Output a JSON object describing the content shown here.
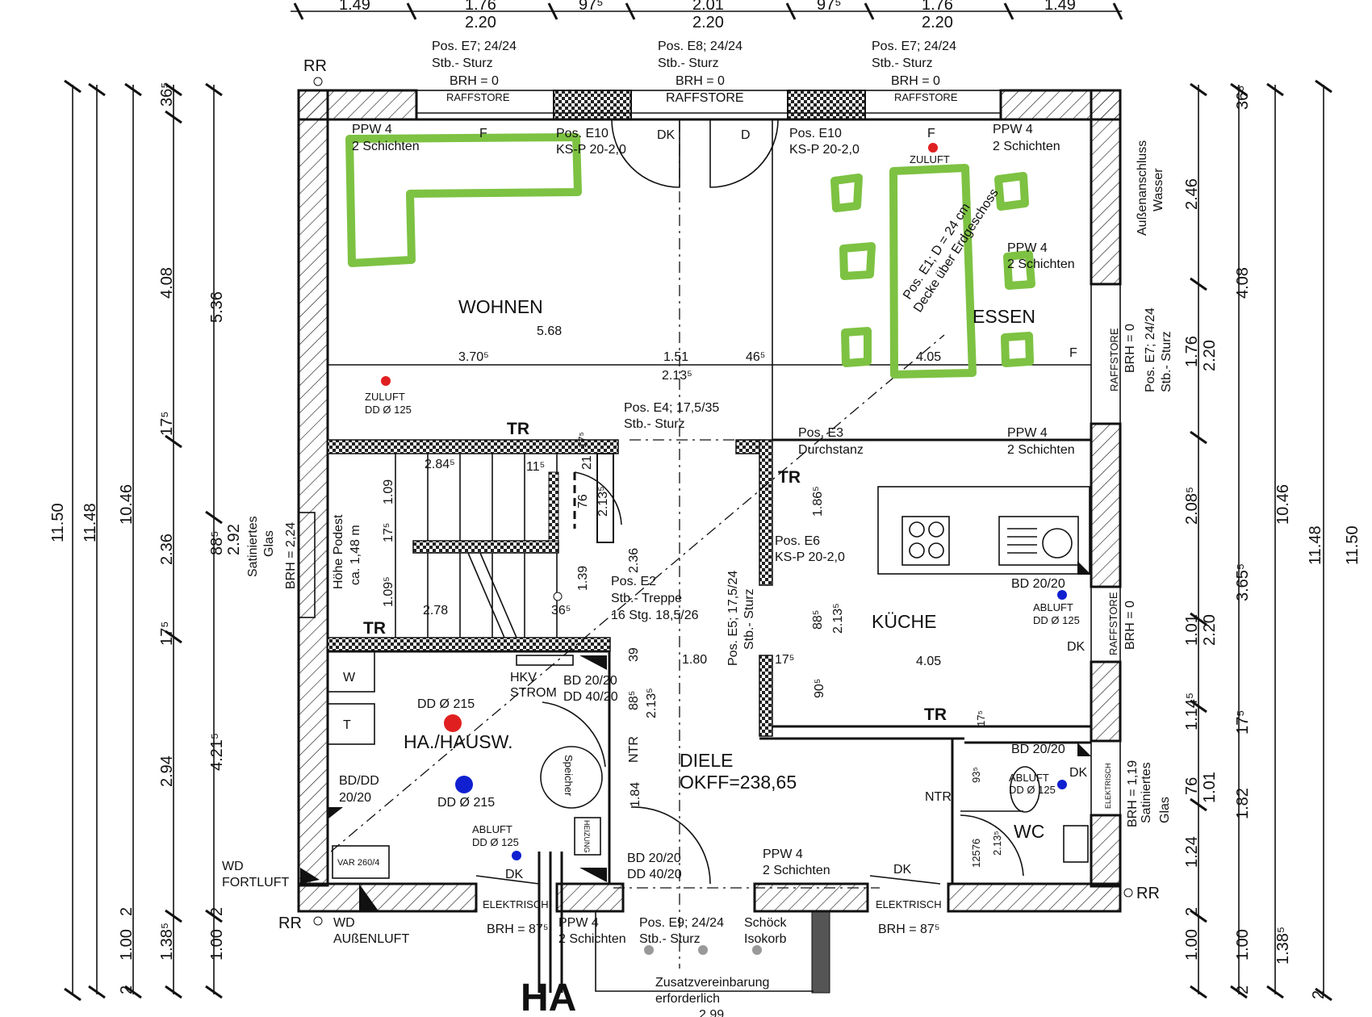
{
  "rooms": {
    "wohnen": "WOHNEN",
    "essen": "ESSEN",
    "kueche": "KÜCHE",
    "diele": "DIELE",
    "okff": "OKFF=238,65",
    "hausw": "HA./HAUSW.",
    "wc": "WC"
  },
  "entrance_label": "HA",
  "top_dims_row1": [
    "1.49",
    "1.76",
    "97⁵",
    "2.01",
    "97⁵",
    "1.76",
    "1.49"
  ],
  "top_dims_row2": [
    "2.20",
    "2.20",
    "2.20"
  ],
  "left_dims": {
    "a": "11.50",
    "b": "11.48",
    "c": "10.46",
    "d": "5.36",
    "e1": "36⁵",
    "e2": "2",
    "e3": "4.08",
    "e4": "17⁵",
    "e5": "2.36",
    "e6": "17⁵",
    "e7": "2.94",
    "e8": "2",
    "e9": "1.00",
    "e10": "2",
    "f1": "88⁵",
    "f2": "2.92",
    "f3": "4.21⁵",
    "f4": "2",
    "f5": "1.00",
    "f6": "1.38⁵"
  },
  "right_dims": {
    "a": "11.50",
    "b": "11.48",
    "c": "10.46",
    "d1": "36⁵",
    "d2": "4.08",
    "d3": "3.65⁵",
    "d4": "17⁵",
    "d5": "1.82",
    "d6": "1.00",
    "d7": "2",
    "e1": "2.46",
    "e2": "1.76",
    "e3": "2.20",
    "e4": "2.08⁵",
    "e5": "1.01",
    "e6": "2.20",
    "e7": "1.14⁵",
    "e8": "76",
    "e9": "1.01",
    "e10": "1.24",
    "e11": "2",
    "e12": "1.00",
    "f1": "1.38⁵",
    "f2": "2"
  },
  "annotations": {
    "pos_e7_a": "Pos. E7; 24/24",
    "sturz": "Stb.- Sturz",
    "brh0": "BRH = 0",
    "pos_e8": "Pos. E8; 24/24",
    "pos_e7_b": "Pos. E7; 24/24",
    "raffstore": "RAFFSTORE",
    "rr": "RR",
    "ppw4": "PPW 4",
    "schichten": "2 Schichten",
    "f": "F",
    "dk": "DK",
    "d": "D",
    "pos_e10": "Pos. E10",
    "ksp": "KS-P 20-2,0",
    "zuluft": "ZULUFT",
    "ddo125": "DD Ø 125",
    "aussenanschluss": "Außenanschluss",
    "wasser": "Wasser",
    "pos_e1": "Pos. E1; D = 24 cm",
    "decke": "Decke über Erdgeschoss",
    "d568": "5.68",
    "d3705": "3.70⁵",
    "d151": "1.51",
    "d465": "46⁵",
    "d2135": "2.13⁵",
    "d405": "4.05",
    "pos_e4": "Pos. E4; 17,5/35",
    "tr": "TR",
    "pos_e3": "Pos. E3",
    "durchstanz": "Durchstanz",
    "pos_e7_r": "Pos. E7; 24/24",
    "d2845": "2.84⁵",
    "d115": "11⁵",
    "d21": "21",
    "d175": "17⁵",
    "d76": "76",
    "d109": "1.09",
    "d1095": "1.09⁵",
    "d236": "2.36",
    "d139": "1.39",
    "d278": "2.78",
    "d365": "36⁵",
    "hoehe_podest": "Höhe Podest",
    "ca148": "ca. 1,48 m",
    "satiniertes": "Satiniertes",
    "glas": "Glas",
    "brh224": "BRH = 2,24",
    "pos_e2": "Pos. E2",
    "stb_treppe": "Stb.- Treppe",
    "stg": "16 Stg. 18,5/26",
    "pos_e6": "Pos. E6",
    "pos_e5": "Pos. E5; 17,5/24",
    "d1865": "1.86⁵",
    "d885": "88⁵",
    "bd2020": "BD 20/20",
    "abluft": "ABLUFT",
    "d39": "39",
    "d180": "1.80",
    "d905": "90⁵",
    "w": "W",
    "t": "T",
    "dd215": "DD Ø 215",
    "hkv": "HKV",
    "strom": "STROM",
    "bd2020b": "BD 20/20",
    "dd4020": "DD 40/20",
    "speicher": "Speicher",
    "heizung": "HEIZUNG",
    "bddd": "BD/DD",
    "d2020": "20/20",
    "var": "VAR 260/4",
    "ntr": "NTR",
    "d184": "1.84",
    "wd": "WD",
    "fortluft": "FORTLUFT",
    "aussenluft": "AUßENLUFT",
    "elektrisch": "ELEKTRISCH",
    "brh875": "BRH = 87⁵",
    "pos_e9": "Pos. E9; 24/24",
    "schoeck": "Schöck",
    "isokorb": "Isokorb",
    "zusatz": "Zusatzvereinbarung",
    "erforderlich": "erforderlich",
    "d299": "2.99",
    "d935": "93⁵",
    "d12576": "12576",
    "brh119": "BRH = 1,19"
  }
}
